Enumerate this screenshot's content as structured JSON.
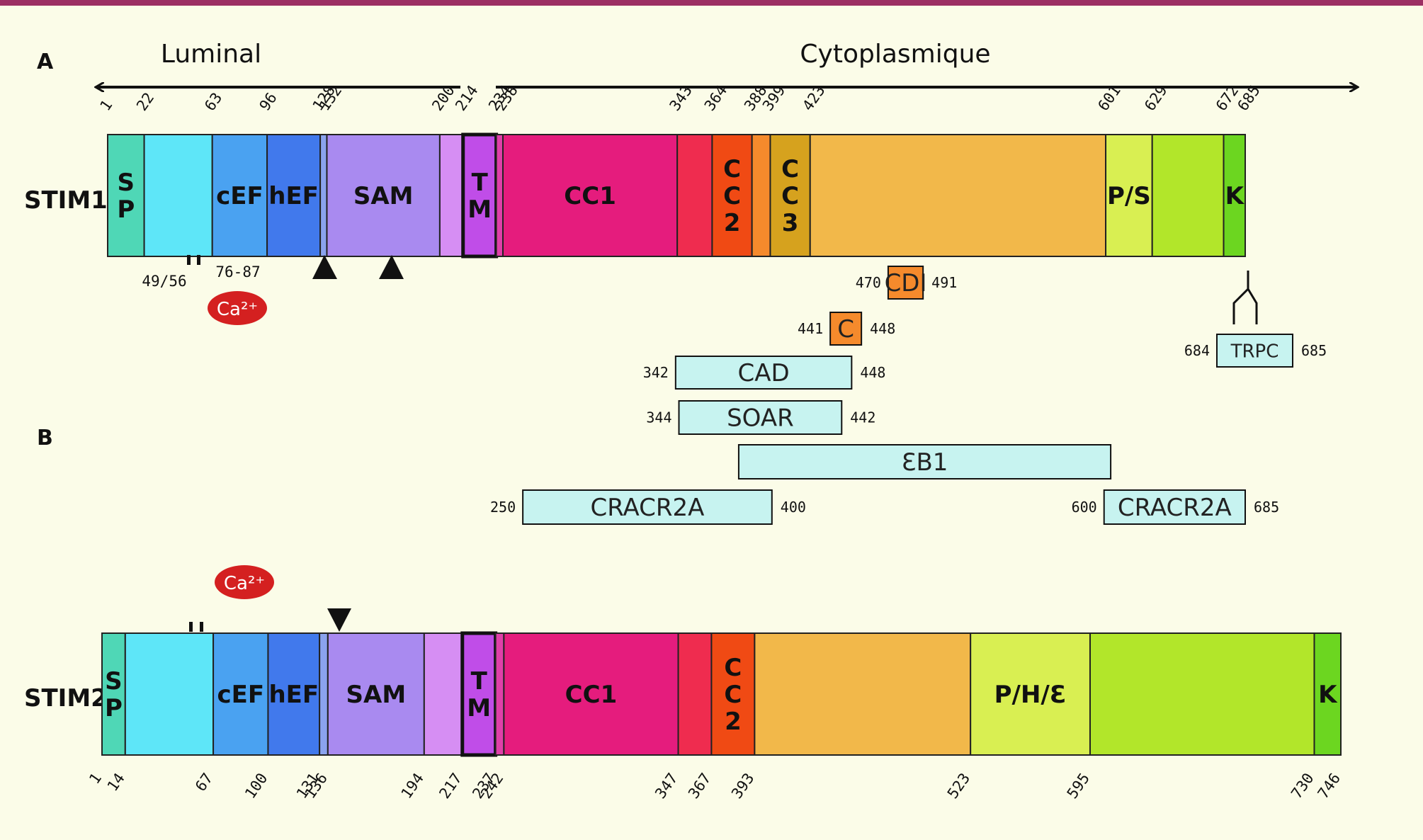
{
  "panel_labels": {
    "a": "A",
    "b": "B"
  },
  "region_labels": {
    "luminal": "Luminal",
    "cytoplasmic": "Cytoplasmique"
  },
  "stim1": {
    "name": "STIM1",
    "start": 1,
    "end": 685,
    "ticks": [
      "1",
      "22",
      "63",
      "96",
      "128",
      "132",
      "200",
      "214",
      "234",
      "238",
      "343",
      "364",
      "388",
      "399",
      "423",
      "601",
      "629",
      "672",
      "685"
    ],
    "domains": [
      {
        "from": 1,
        "to": 22,
        "label": "S\nP",
        "color": "#4fd7b6"
      },
      {
        "from": 22,
        "to": 63,
        "label": "",
        "color": "#5ee6f8"
      },
      {
        "from": 63,
        "to": 96,
        "label": "cEF",
        "color": "#4aa2f1"
      },
      {
        "from": 96,
        "to": 128,
        "label": "hEF",
        "color": "#4179ec"
      },
      {
        "from": 128,
        "to": 132,
        "label": "",
        "color": "#8ba3ee"
      },
      {
        "from": 132,
        "to": 200,
        "label": "SAM",
        "color": "#a98af0"
      },
      {
        "from": 200,
        "to": 214,
        "label": "",
        "color": "#d68ef3"
      },
      {
        "from": 214,
        "to": 234,
        "label": "T\nM",
        "color": "#c04de8",
        "boxed": true
      },
      {
        "from": 234,
        "to": 238,
        "label": "",
        "color": "#e040a8"
      },
      {
        "from": 238,
        "to": 343,
        "label": "CC1",
        "color": "#e51c7d"
      },
      {
        "from": 343,
        "to": 364,
        "label": "",
        "color": "#ef2c4f"
      },
      {
        "from": 364,
        "to": 388,
        "label": "C\nC\n2",
        "color": "#f04a14"
      },
      {
        "from": 388,
        "to": 399,
        "label": "",
        "color": "#f58a2c"
      },
      {
        "from": 399,
        "to": 423,
        "label": "C\nC\n3",
        "color": "#d6a21e"
      },
      {
        "from": 423,
        "to": 601,
        "label": "",
        "color": "#f2b84a"
      },
      {
        "from": 601,
        "to": 629,
        "label": "P/S",
        "color": "#d9ef52"
      },
      {
        "from": 629,
        "to": 672,
        "label": "",
        "color": "#b2e62a"
      },
      {
        "from": 672,
        "to": 685,
        "label": "K",
        "color": "#6cd620"
      }
    ],
    "annotations": {
      "ef_site": "49/56",
      "ef_loop": "76-87",
      "calcium": "Ca²⁺"
    }
  },
  "stim2": {
    "name": "STIM2",
    "start": 1,
    "end": 746,
    "ticks": [
      "1",
      "14",
      "67",
      "100",
      "131",
      "136",
      "194",
      "217",
      "237",
      "242",
      "347",
      "367",
      "393",
      "523",
      "595",
      "730",
      "746"
    ],
    "domains": [
      {
        "from": 1,
        "to": 14,
        "label": "S\nP",
        "color": "#4fd7b6"
      },
      {
        "from": 14,
        "to": 67,
        "label": "",
        "color": "#5ee6f8"
      },
      {
        "from": 67,
        "to": 100,
        "label": "cEF",
        "color": "#4aa2f1"
      },
      {
        "from": 100,
        "to": 131,
        "label": "hEF",
        "color": "#4179ec"
      },
      {
        "from": 131,
        "to": 136,
        "label": "",
        "color": "#8ba3ee"
      },
      {
        "from": 136,
        "to": 194,
        "label": "SAM",
        "color": "#a98af0"
      },
      {
        "from": 194,
        "to": 217,
        "label": "",
        "color": "#d68ef3"
      },
      {
        "from": 217,
        "to": 237,
        "label": "T\nM",
        "color": "#c04de8",
        "boxed": true
      },
      {
        "from": 237,
        "to": 242,
        "label": "",
        "color": "#e040a8"
      },
      {
        "from": 242,
        "to": 347,
        "label": "CC1",
        "color": "#e51c7d"
      },
      {
        "from": 347,
        "to": 367,
        "label": "",
        "color": "#ef2c4f"
      },
      {
        "from": 367,
        "to": 393,
        "label": "C\nC\n2",
        "color": "#f04a14"
      },
      {
        "from": 393,
        "to": 523,
        "label": "",
        "color": "#f2b84a"
      },
      {
        "from": 523,
        "to": 595,
        "label": "P/H/Ɛ",
        "color": "#d9ef52"
      },
      {
        "from": 595,
        "to": 730,
        "label": "",
        "color": "#b2e62a"
      },
      {
        "from": 730,
        "to": 746,
        "label": "K",
        "color": "#6cd620"
      }
    ],
    "annotations": {
      "calcium": "Ca²⁺"
    }
  },
  "interaction_regions": [
    {
      "label": "CDI",
      "from": 470,
      "to": 491,
      "from_label": "470",
      "to_label": "491",
      "color": "#f58a2c"
    },
    {
      "label": "C",
      "from": 441,
      "to": 448,
      "from_label": "441",
      "to_label": "448",
      "color": "#f58a2c"
    },
    {
      "label": "CAD",
      "from": 342,
      "to": 448,
      "from_label": "342",
      "to_label": "448",
      "color": "#c7f3f0"
    },
    {
      "label": "SOAR",
      "from": 344,
      "to": 442,
      "from_label": "344",
      "to_label": "442",
      "color": "#c7f3f0"
    },
    {
      "label": "ƐB1",
      "from": 380,
      "to": 604,
      "from_label": "",
      "to_label": "",
      "color": "#c7f3f0"
    },
    {
      "label": "CRACR2A",
      "from": 250,
      "to": 400,
      "from_label": "250",
      "to_label": "400",
      "color": "#c7f3f0"
    },
    {
      "label": "CRACR2A",
      "from": 600,
      "to": 685,
      "from_label": "600",
      "to_label": "685",
      "color": "#c7f3f0"
    },
    {
      "label": "TRPC",
      "from": 684,
      "to": 685,
      "from_label": "684",
      "to_label": "685",
      "color": "#c7f3f0"
    }
  ]
}
